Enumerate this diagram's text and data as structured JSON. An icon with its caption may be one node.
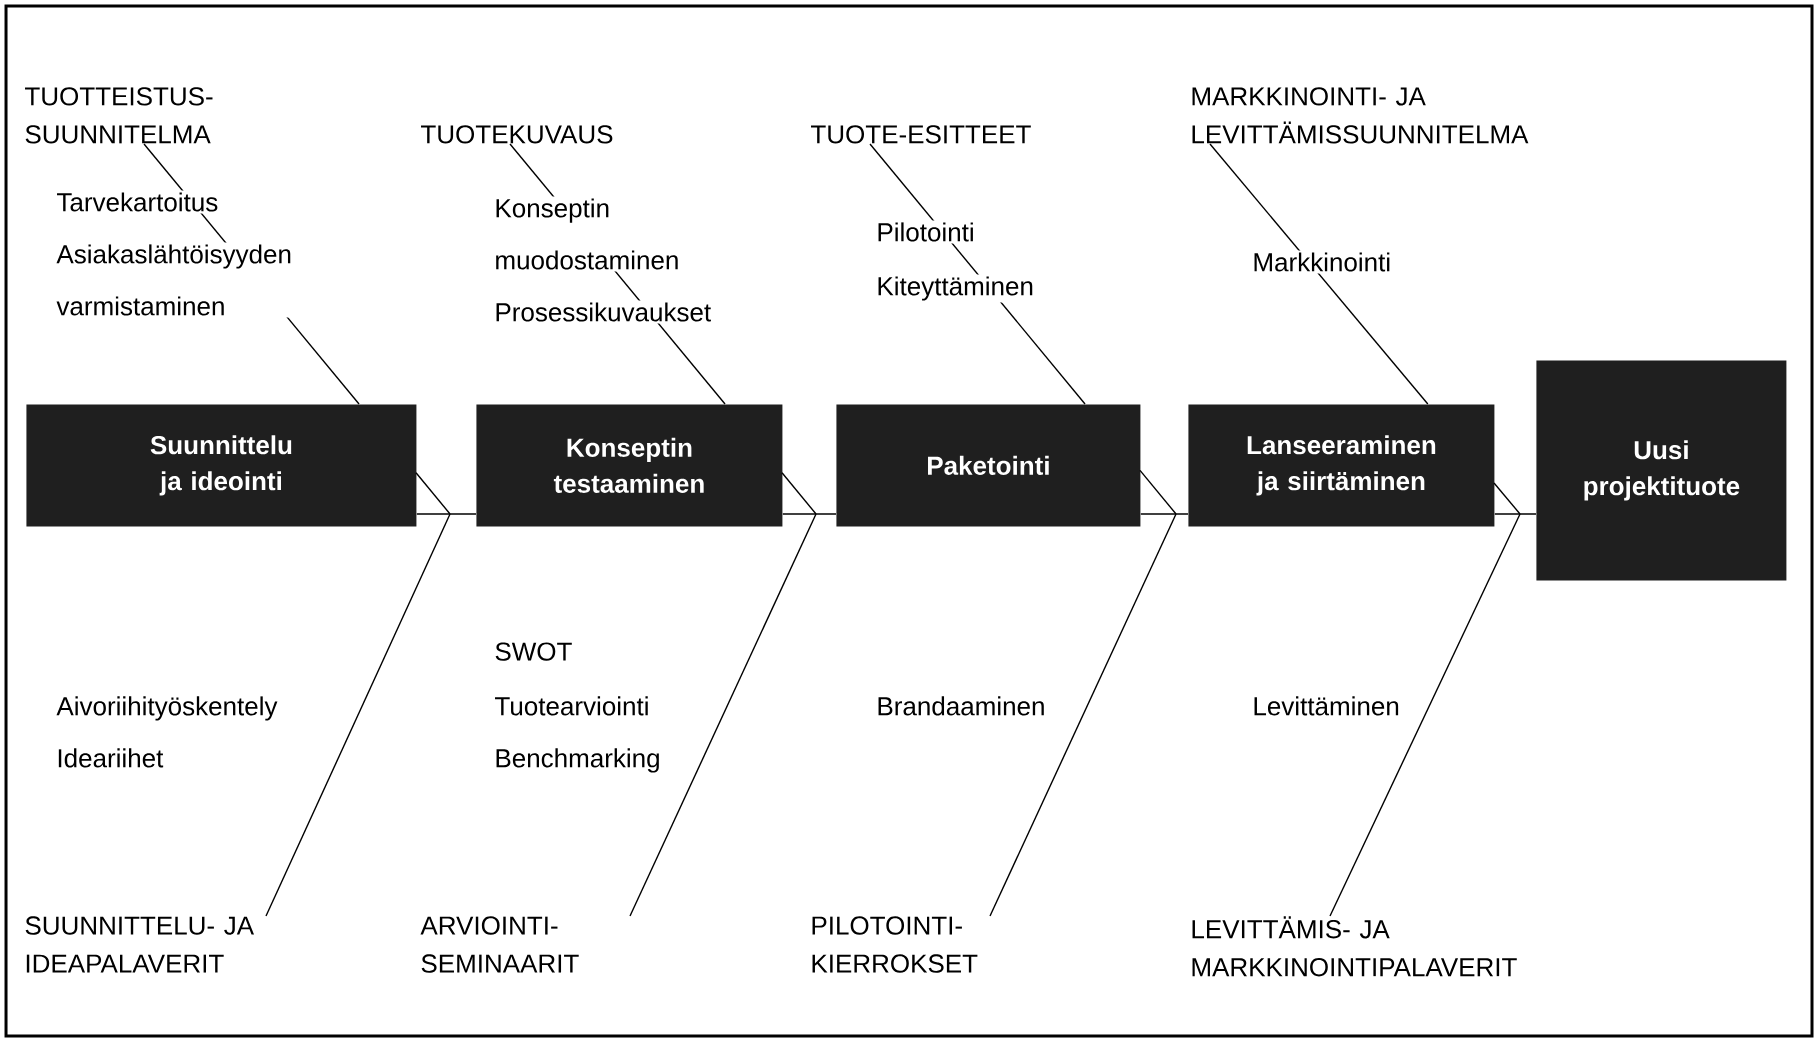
{
  "diagram": {
    "nodes": [
      {
        "text": [
          "TUOTTEISTUS-SUUNNITELMA"
        ]
      },
      {
        "text": [
          "TUOTEKUVAUS"
        ]
      },
      {
        "text": [
          "TUOTE-ESITTEET"
        ]
      },
      {
        "text": [
          "MARKKINOINTI- JA LEVITTÄMISSUUNNITELMA"
        ]
      },
      {
        "text": [
          "Suunnittelu ja ideointi"
        ]
      },
      {
        "text": [
          "Konseptin testaaminen"
        ]
      },
      {
        "text": [
          "Paketointi"
        ]
      },
      {
        "text": [
          "Lanseeraminen ja siirtäminen"
        ]
      },
      {
        "text": [
          "Uusi projektituote"
        ]
      },
      {
        "text": [
          "SUUNNITTELU- JA IDEAPALAVERIT"
        ]
      },
      {
        "text": [
          "ARVIOINTI-SEMINAARIT"
        ]
      },
      {
        "text": [
          "PILOTOINTI-KIERROKSET"
        ]
      },
      {
        "text": [
          "LEVITTÄMIS- JA MARKKINOINTIPALAVERIT"
        ]
      }
    ],
    "edges": [
      {
        "from": 4,
        "to": 5,
        "arrow": "none"
      },
      {
        "from": 5,
        "to": 6,
        "arrow": "none"
      },
      {
        "from": 6,
        "to": 7,
        "arrow": "none"
      },
      {
        "from": 7,
        "to": 8,
        "arrow": "none"
      },
      {
        "from": 0,
        "to": 4,
        "arrow": "none"
      },
      {
        "from": 1,
        "to": 5,
        "arrow": "none"
      },
      {
        "from": 2,
        "to": 6,
        "arrow": "none"
      },
      {
        "from": 3,
        "to": 7,
        "arrow": "none"
      },
      {
        "from": 9,
        "to": 4,
        "arrow": "none"
      },
      {
        "from": 10,
        "to": 5,
        "arrow": "none"
      },
      {
        "from": 11,
        "to": 6,
        "arrow": "none"
      },
      {
        "from": 12,
        "to": 7,
        "arrow": "none"
      }
    ],
    "labels": [
      "Tarvekartoitus",
      "Asiakaslähtöisyyden varmistaminen",
      "Konseptin muodostaminen",
      "Prosessikuvaukset",
      "Pilotointi",
      "Kiteyttäminen",
      "Markkinointi",
      "SWOT",
      "Aivoriihityöskentely",
      "Tuotearviointi",
      "Brandaaminen",
      "Levittäminen",
      "Ideariihet",
      "Benchmarking"
    ]
  }
}
